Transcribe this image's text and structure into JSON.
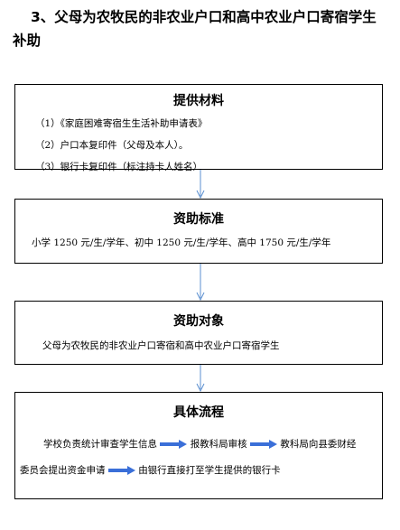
{
  "heading": {
    "line1": "3、父母为农牧民的非农业户口和高中农业户口寄宿学生",
    "line2": "补助"
  },
  "boxes": [
    {
      "title": "提供材料",
      "lines": [
        "（1）《家庭困难寄宿生生活补助申请表》",
        "（2）户口本复印件（父母及本人）。",
        "（3）银行卡复印件（标注持卡人姓名）"
      ]
    },
    {
      "title": "资助标准",
      "lines": [
        "小学 1250 元/生/学年、初中 1250 元/生/学年、高中 1750 元/生/学年"
      ]
    },
    {
      "title": "资助对象",
      "lines": [
        "父母为农牧民的非农业户口寄宿和高中农业户口寄宿学生"
      ]
    },
    {
      "title": "具体流程",
      "flow": {
        "step1": "学校负责统计审查学生信息",
        "step2": "报教科局审核",
        "step3": "教科局向县委财经",
        "step3_cont": "委员会提出资金申请",
        "step4": "由银行直接打至学生提供的银行卡"
      }
    }
  ],
  "colors": {
    "arrow": "#5b8fd0",
    "border": "#000000"
  }
}
